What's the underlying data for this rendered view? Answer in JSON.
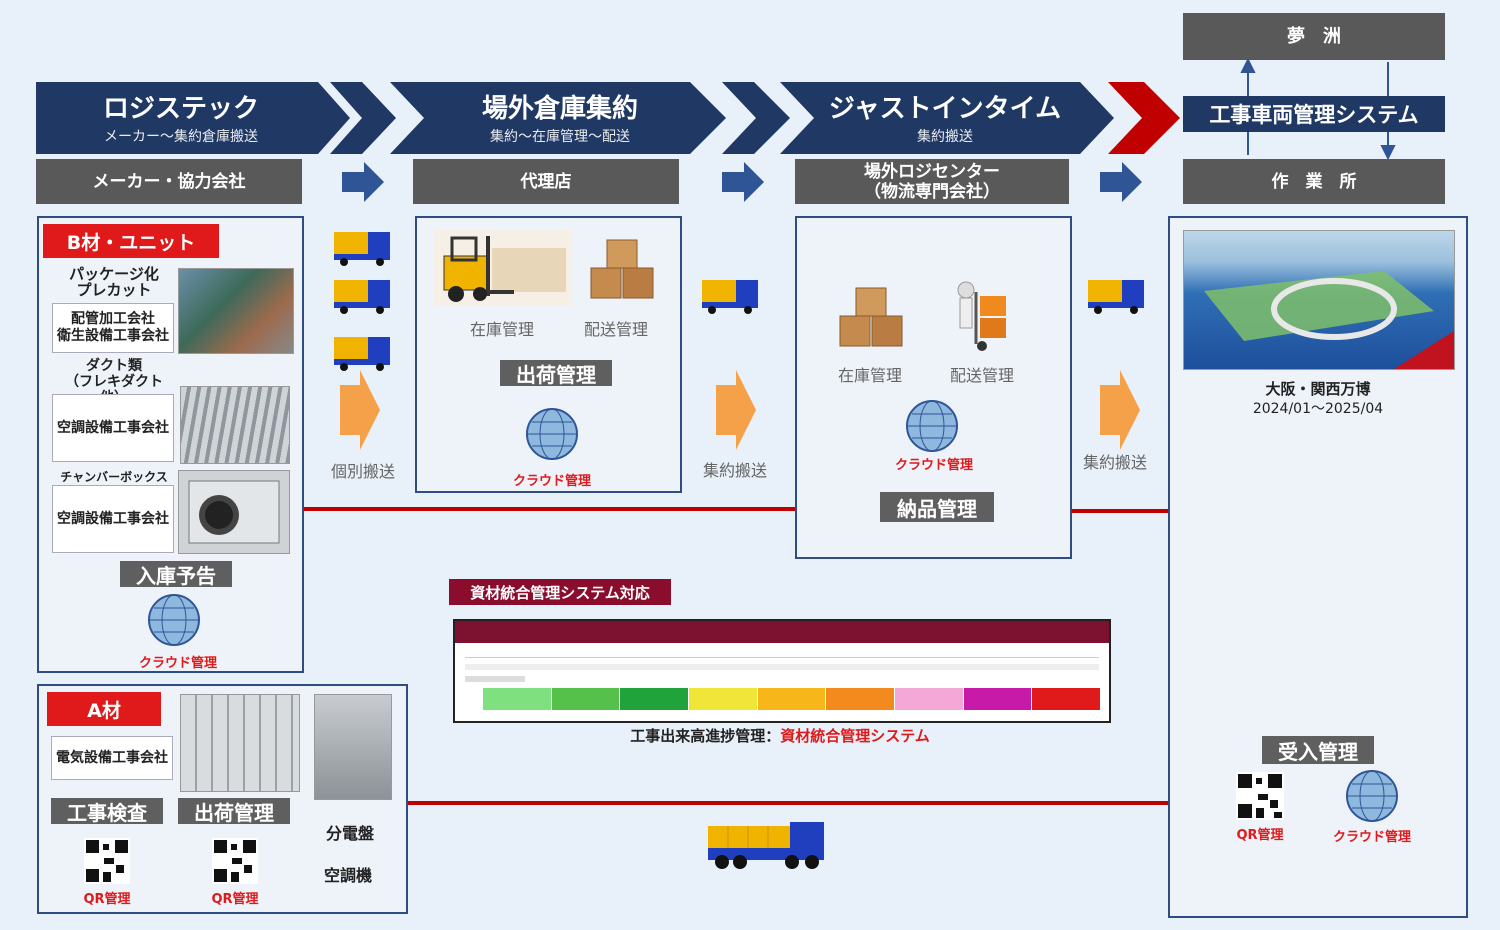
{
  "stages": {
    "s1": {
      "title": "ロジステック",
      "sub": "メーカー～集約倉庫搬送",
      "header": "メーカー・協力会社"
    },
    "s2": {
      "title": "場外倉庫集約",
      "sub": "集約～在庫管理～配送",
      "header": "代理店"
    },
    "s3": {
      "title": "ジャストインタイム",
      "sub": "集約搬送",
      "header_line1": "場外ロジセンター",
      "header_line2": "（物流専門会社）"
    },
    "s4": {
      "top": "夢　洲",
      "system": "工事車両管理システム",
      "header": "作　業　所"
    }
  },
  "b_panel": {
    "tag": "B材・ユニット",
    "item1_title": "パッケージ化\nプレカット",
    "item1_box": "配管加工会社\n衛生設備工事会社",
    "item2_title": "ダクト類\n（フレキダクト他）",
    "item2_box": "空調設備工事会社",
    "item3_title": "チャンバーボックス類",
    "item3_box": "空調設備工事会社",
    "status": "入庫予告",
    "cloud": "クラウド管理"
  },
  "transit1": {
    "caption": "個別搬送"
  },
  "dealer": {
    "c1": "在庫管理",
    "c2": "配送管理",
    "status": "出荷管理",
    "cloud": "クラウド管理"
  },
  "transit2": {
    "caption": "集約搬送"
  },
  "center": {
    "c1": "在庫管理",
    "c2": "配送管理",
    "cloud": "クラウド管理",
    "status": "納品管理"
  },
  "transit3": {
    "caption": "集約搬送"
  },
  "site": {
    "caption1": "大阪・関西万博",
    "caption2": "2024/01～2025/04",
    "status": "受入管理",
    "qr": "QR管理",
    "cloud": "クラウド管理"
  },
  "system_panel": {
    "tag": "資材統合管理システム対応",
    "caption_prefix": "工事出来高進捗管理：",
    "caption_highlight": "資材統合管理システム",
    "status_colors": [
      "#7fe07f",
      "#55c04a",
      "#1fa33a",
      "#f0e63a",
      "#f7b619",
      "#f28a1e",
      "#f3a8d8",
      "#c71aa8",
      "#e01a1a"
    ]
  },
  "a_panel": {
    "tag": "A材",
    "box": "電気設備工事会社",
    "status1": "工事検査",
    "status2": "出荷管理",
    "qr1": "QR管理",
    "qr2": "QR管理",
    "label1": "分電盤",
    "label2": "空調機"
  },
  "colors": {
    "navy": "#203864",
    "red": "#c00000",
    "arrow_blue": "#2f5597",
    "orange": "#f4a14a"
  }
}
